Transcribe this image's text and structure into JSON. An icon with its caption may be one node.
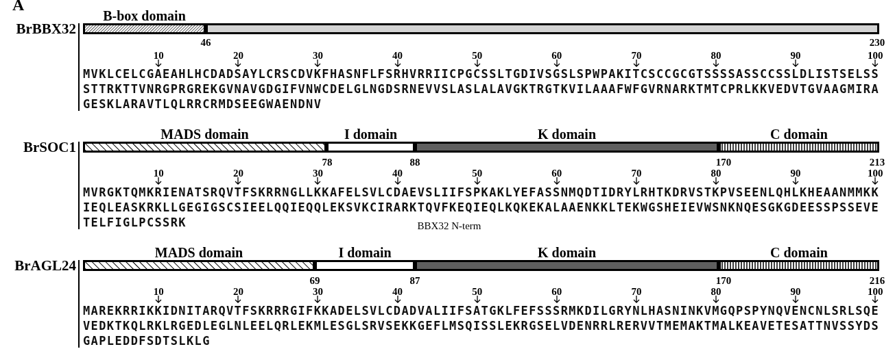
{
  "diagram": {
    "nodes": [
      {
        "text": [
          "B-box domain"
        ]
      },
      {
        "text": [],
        "shape": "bar"
      },
      {
        "text": [
          "MADS domain"
        ]
      },
      {
        "text": [
          "I domain"
        ]
      },
      {
        "text": [
          "K domain"
        ]
      },
      {
        "text": [
          "C domain"
        ]
      },
      {
        "text": [
          "MADS domain"
        ]
      },
      {
        "text": [
          "I domain"
        ]
      },
      {
        "text": [
          "K domain"
        ]
      },
      {
        "text": [
          "C domain"
        ]
      }
    ],
    "edges": [],
    "labels": [
      "A",
      "BrBBX32",
      "46",
      "230",
      "10",
      "20",
      "30",
      "40",
      "50",
      "60",
      "70",
      "80",
      "90",
      "100",
      "MVKLCELCGAEAHLHCDADSAYLCRSCDVKFHASNFLFSRHVRRIICPGCSSLTGDIVSGSLSPWPAKITCSCCGCGTSSSSASSCCSSLDLISTSELSS",
      "STTRKTTVNRGPRGREKGVNAVGDGIFVNWCDELGLNGDSRNEVVSLASLALAVGKTRGTKVILAAAFWFGVRNARKTMTCPRLKKVEDVTGVAAGMIRA",
      "GESKLARAVTLQLRRCRMDSEEGWAENDNV",
      "BrSOC1",
      "78",
      "88",
      "170",
      "213",
      "10",
      "20",
      "30",
      "40",
      "50",
      "60",
      "70",
      "80",
      "90",
      "100",
      "MVRGKTQMKRIENATSRQVTFSKRRNGLLKKAFELSVLCDAEVSLIIFSPKAKLYEFASSNMQDTIDRYLRHTKDRVSTKPVSEENLQHLKHEAANMMKK",
      "IEQLEASKRKLLGEGIGSCSIEELQQIEQQLEKSVKCIRARKTQVFKEQIEQLKQKEKALAAENKKLTEKWGSHEIEVWSNKNQESGKGDEESSPSSEVE",
      "TELFIGLPCSSRK",
      "BBX32 N-term",
      "BrAGL24",
      "69",
      "87",
      "170",
      "216",
      "10",
      "20",
      "30",
      "40",
      "50",
      "60",
      "70",
      "80",
      "90",
      "100",
      "MAREKRRIKKIDNITARQVTFSKRRRGIFKKADELSVLCDADVALIIFSATGKLFEFSSSRMKDILGRYNLHASNINKVMGQPSPYNQVENCNLSRLSQE",
      "VEDKTKQLRKLRGEDLEGLNLEELQRLEKMLESGLSRVSEKKGEFLMSQISSLEKRGSELVDENRRLRERVVTMEMAKTMALKEAVETESATTNVSSYDS",
      "GAPLEDDFSDTSLKLG"
    ]
  }
}
